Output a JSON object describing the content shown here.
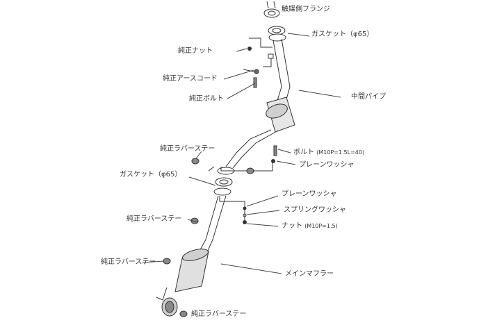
{
  "labels": {
    "catalyst_flange": "触媒側フランジ",
    "gasket_top": "ガスケット（φ65）",
    "oem_nut": "純正ナット",
    "oem_ground_cord": "純正アースコード",
    "oem_bolt": "純正ボルト",
    "center_pipe": "中間パイプ",
    "oem_rubber_stay_1": "純正ラバーステー",
    "bolt": "ボルト",
    "bolt_spec": "(M10P=1.5L=40)",
    "plain_washer_1": "プレーンワッシャ",
    "gasket_mid": "ガスケット（φ65）",
    "plain_washer_2": "プレーンワッシャ",
    "spring_washer": "スプリングワッシャ",
    "nut": "ナット",
    "nut_spec": "(M10P=1.5)",
    "oem_rubber_stay_2": "純正ラバーステー",
    "oem_rubber_stay_3": "純正ラバーステー",
    "main_muffler": "メインマフラー",
    "oem_rubber_stay_4": "純正ラバーステー"
  }
}
